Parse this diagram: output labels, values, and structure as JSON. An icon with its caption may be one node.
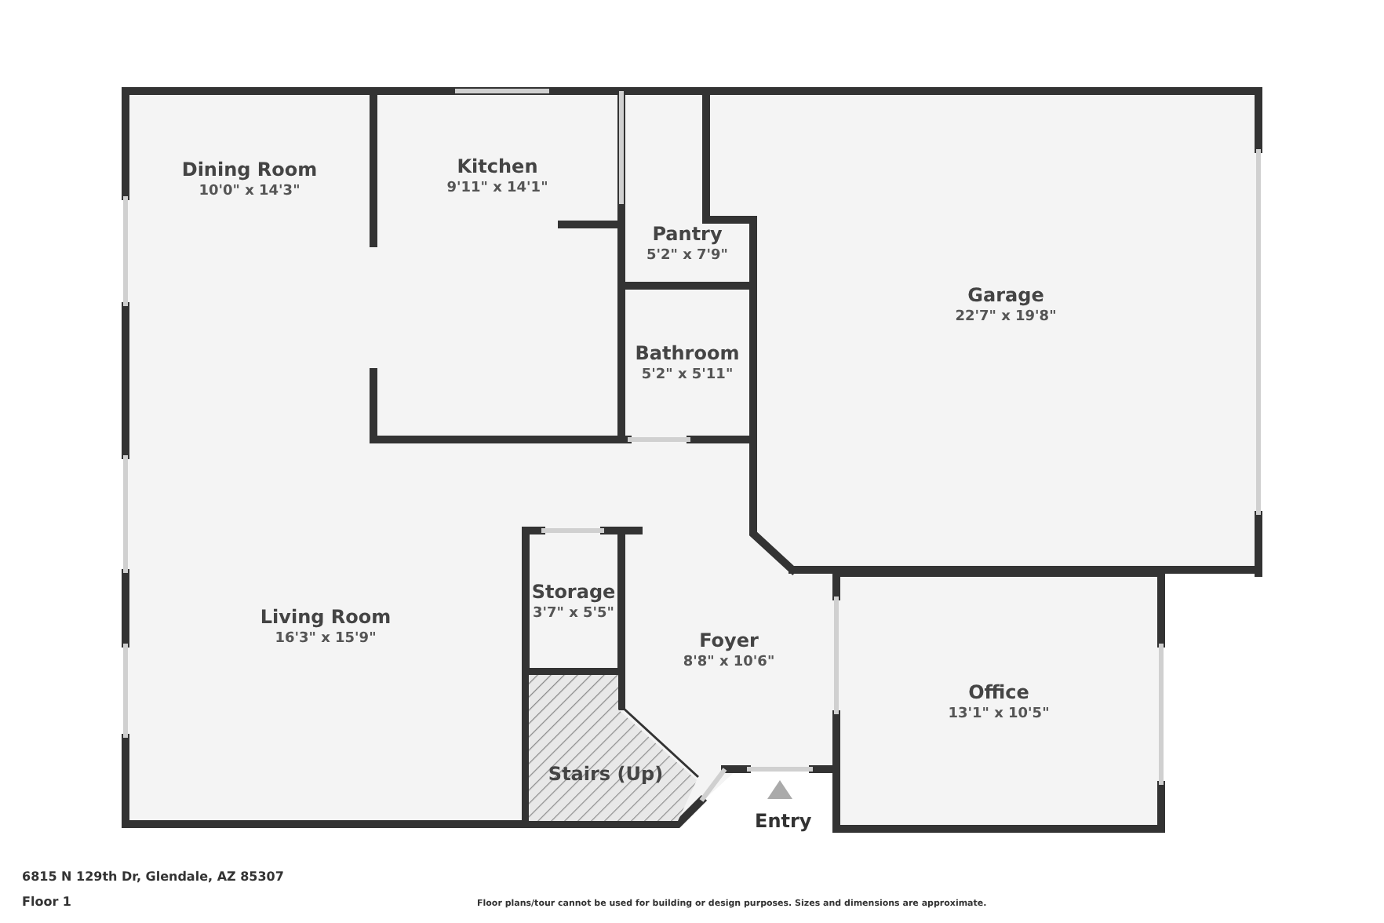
{
  "diagram": {
    "nodes": [
      {
        "text": [
          "Dining Room",
          "10'0\" x 14'3\""
        ]
      },
      {
        "text": [
          "Kitchen",
          "9'11\" x 14'1\""
        ]
      },
      {
        "text": [
          "Pantry",
          "5'2\" x 7'9\""
        ]
      },
      {
        "text": [
          "Garage",
          "22'7\" x 19'8\""
        ]
      },
      {
        "text": [
          "Bathroom",
          "5'2\" x 5'11\""
        ]
      },
      {
        "text": [
          "Storage",
          "3'7\" x 5'5\""
        ]
      },
      {
        "text": [
          "Living Room",
          "16'3\" x 15'9\""
        ]
      },
      {
        "text": [
          "Foyer",
          "8'8\" x 10'6\""
        ]
      },
      {
        "text": [
          "Office",
          "13'1\" x 10'5\""
        ]
      },
      {
        "text": [
          "Stairs (Up)"
        ]
      }
    ],
    "labels": [
      "Entry",
      "6815 N 129th Dr, Glendale, AZ 85307",
      "Floor 1",
      "Floor plans/tour cannot be used for building or design purposes. Sizes and dimensions are approximate."
    ]
  }
}
